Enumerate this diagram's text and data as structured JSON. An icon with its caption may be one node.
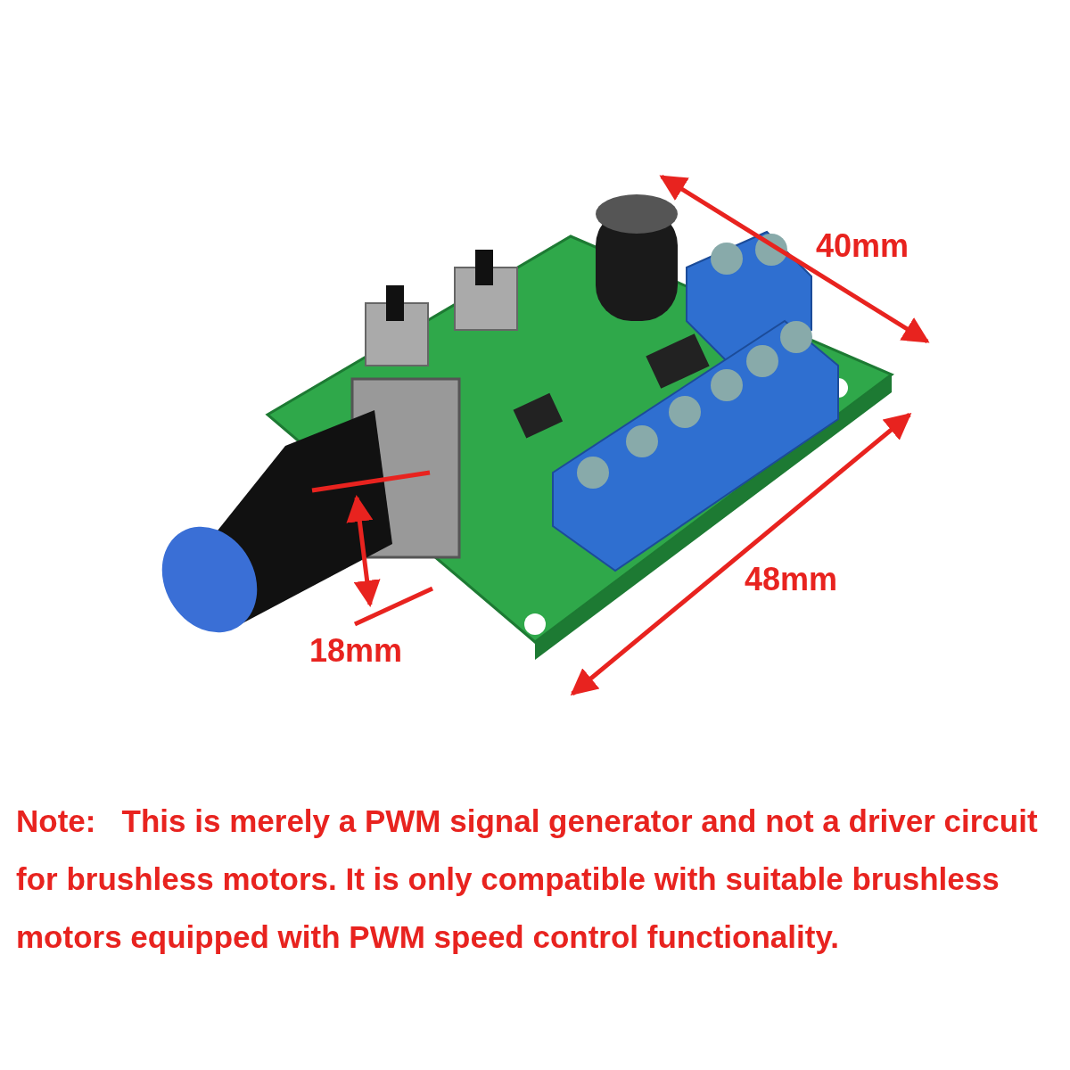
{
  "diagram": {
    "labels": [
      "40mm",
      "48mm",
      "18mm",
      "Note:   This is merely a PWM signal generator and not a driver circuit for brushless motors. It is only compatible with suitable brushless motors equipped with PWM speed control functionality."
    ]
  }
}
